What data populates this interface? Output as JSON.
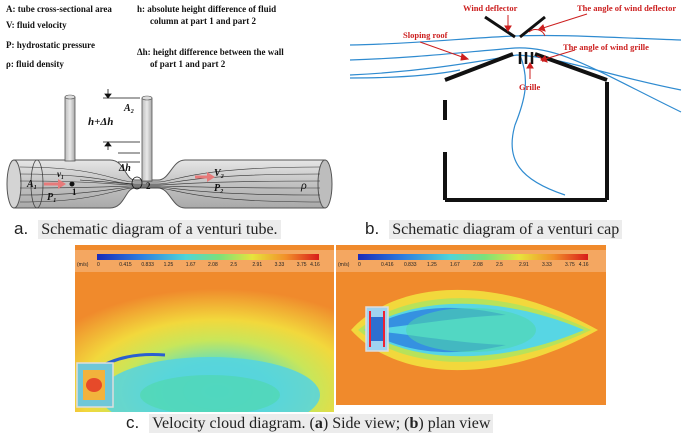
{
  "panel_a": {
    "legend": {
      "A": "A:  tube cross-sectional area",
      "V": "V:  fluid velocity",
      "P": "P:  hydrostatic pressure",
      "rho": "ρ:  fluid density",
      "h_line1": "h:  absolute height difference of fluid",
      "h_line2": "column at part 1 and part 2",
      "dh_line1": "Δh:  height difference between the wall",
      "dh_line2": "of part 1 and part 2"
    },
    "labels": {
      "A2": "A₂",
      "h_plus_dh": "h+Δh",
      "dh": "Δh",
      "V1": "v₁",
      "A1": "A₁",
      "P1": "P₁",
      "pt1": "1",
      "pt2": "2",
      "V2": "V₂",
      "P2": "P₂",
      "rho": "ρ"
    },
    "caption_label": "a.",
    "caption_text": "Schematic diagram of a venturi tube."
  },
  "panel_b": {
    "labels": {
      "wind_deflector": "Wind  deflector",
      "angle_wind_deflector": "The angle of wind deflector",
      "sloping_roof": "Sloping  roof",
      "angle_wind_grille": "The angle of wind grille",
      "grille": "Grille"
    },
    "caption_label": "b.",
    "caption_text": "Schematic diagram of a venturi cap"
  },
  "panel_c": {
    "left_scale": {
      "unit": "(m/s)",
      "ticks": [
        "0",
        "0.415",
        "0.833",
        "1.25",
        "1.67",
        "2.08",
        "2.5",
        "2.91",
        "3.33",
        "3.75",
        "4.16"
      ]
    },
    "right_scale": {
      "unit": "(m/s)",
      "ticks": [
        "0",
        "0.416",
        "0.833",
        "1.25",
        "1.67",
        "2.08",
        "2.5",
        "2.91",
        "3.33",
        "3.75",
        "4.16"
      ]
    },
    "caption_label": "c.",
    "caption_parts": {
      "t1": "Velocity cloud diagram. (",
      "a": "a",
      "t2": ") Side view; (",
      "b": "b",
      "t3": ") plan view"
    }
  },
  "colors": {
    "red_label": "#cc1f1f",
    "streamline_blue": "#2f8bd0",
    "tube_fill": "#c9c9c9",
    "cfd_outer": "#f08a2c",
    "cfd_cyan": "#57d6e4"
  }
}
